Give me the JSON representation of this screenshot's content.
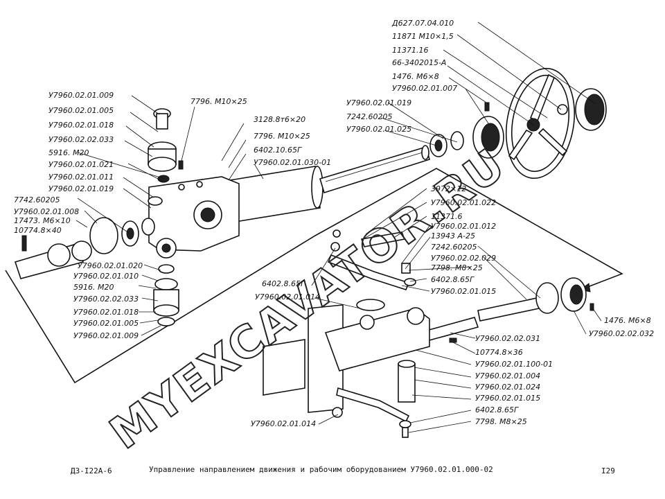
{
  "watermark": "MYEXCAVATOR.RU",
  "footer": {
    "model": "ДЗ-I22А-6",
    "caption": "Управление направлением движения и рабочим оборудованием У7960.02.01.000-02",
    "page": "I29"
  },
  "labels": [
    "Д627.07.04.010",
    "11871 М10×1,5",
    "11371.16",
    "66-3402015-А",
    "1476. М6×8",
    "У7960.02.01.007",
    "У7960.02.01.019",
    "7242.60205",
    "У7960.02.01.025",
    "У7960.02.01.009",
    "У7960.02.01.005",
    "У7960.02.01.018",
    "У7960.02.02.033",
    "5916. М20",
    "У7960.02.01.021",
    "У7960.02.01.011",
    "У7960.02.01.019",
    "7742.60205",
    "У7960.02.01.008",
    "17473. М6×10",
    "10774.8×40",
    "7796. М10×25",
    "3128.8т6×20",
    "7796. М10×25",
    "6402.10.65Г",
    "У7960.02.01.030-01",
    "3972×12",
    "У7960.02.01.022",
    "11371.6",
    "У7960.02.01.012",
    "13943 А-25",
    "7242.60205",
    "У7960.02.02.029",
    "7798. М8×25",
    "6402.8.65Г",
    "У7960.02.01.015",
    "6402.8.65Г",
    "У7960.02.01.014",
    "1476. М6×8",
    "У7960.02.02.032",
    "У7960.02.02.031",
    "10774.8×36",
    "У7960.02.01.100-01",
    "У7960.02.01.004",
    "У7960.02.01.024",
    "У7960.02.01.015",
    "6402.8.65Г",
    "7798. М8×25",
    "У7960.02.01.014",
    "У7960.02.01.020",
    "У7960.02.01.010",
    "5916. М20",
    "У7960.02.02.033",
    "У7960.02.01.018",
    "У7960.02.01.005",
    "У7960.02.01.009"
  ]
}
